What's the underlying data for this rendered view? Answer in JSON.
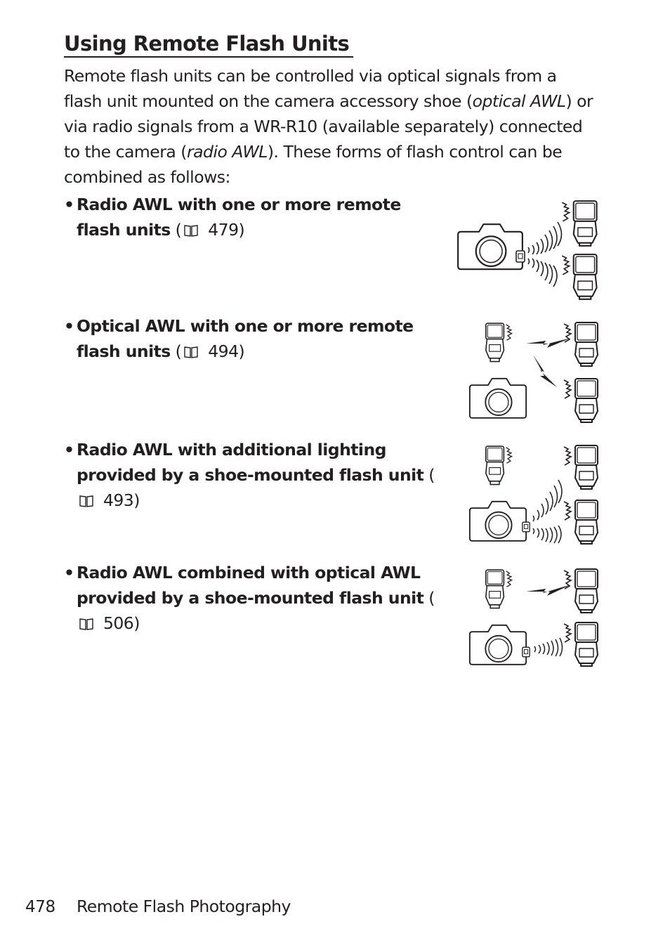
{
  "heading": "Using Remote Flash Units",
  "intro": {
    "p1": "Remote flash units can be controlled via optical signals from a flash unit mounted on the camera accessory shoe (",
    "p1_em": "optical AWL",
    "p2": ") or via radio signals from a WR-R10 (available separately) connected to the camera (",
    "p2_em": "radio AWL",
    "p3": "). These forms of flash control can be combined as follows:"
  },
  "items": [
    {
      "bullet": "•",
      "bold": "Radio AWL with one or more remote flash units",
      "open": " (",
      "page": "479",
      "close": ")"
    },
    {
      "bullet": "•",
      "bold": "Optical AWL with one or more remote flash units",
      "open": " (",
      "page": "494",
      "close": ")"
    },
    {
      "bullet": "•",
      "bold": "Radio AWL with additional lighting provided by a shoe-mounted flash unit",
      "open": " (",
      "page": "493",
      "close": ")"
    },
    {
      "bullet": "•",
      "bold": "Radio AWL combined with optical AWL provided by a shoe-mounted flash unit",
      "open": " (",
      "page": "506",
      "close": ")"
    }
  ],
  "icons": {
    "page_ref": "book-icon"
  },
  "footer": {
    "page_number": "478",
    "section": "Remote Flash Photography"
  }
}
